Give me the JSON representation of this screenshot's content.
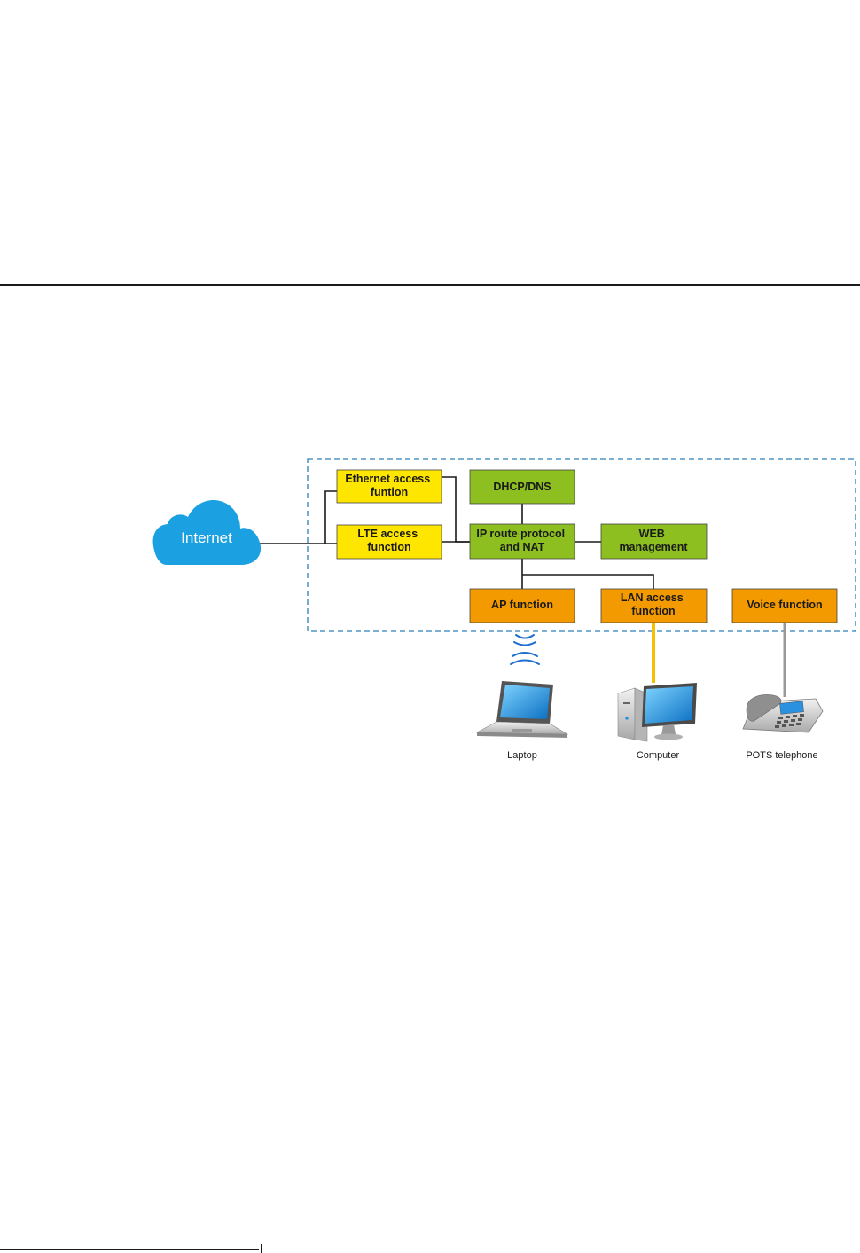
{
  "diagram": {
    "internet": "Internet",
    "ethernet_access": [
      "Ethernet access",
      "funtion"
    ],
    "lte_access": [
      "LTE access",
      "function"
    ],
    "dhcp_dns": "DHCP/DNS",
    "ip_route": [
      "IP route protocol",
      "and NAT"
    ],
    "web_management": [
      "WEB",
      "management"
    ],
    "ap_function": "AP function",
    "lan_access": [
      "LAN access",
      "function"
    ],
    "voice_function": "Voice function",
    "devices": {
      "laptop": "Laptop",
      "computer": "Computer",
      "pots_telephone": "POTS telephone"
    }
  },
  "colors": {
    "yellow_box": "#ffe600",
    "green_box": "#8cbf1f",
    "orange_box": "#f39a00",
    "cloud": "#1ba1e2",
    "dashed_border": "#2e7fb8",
    "lan_cable": "#f5c000",
    "phone_cable": "#999999",
    "wifi": "#1f6fd0"
  }
}
